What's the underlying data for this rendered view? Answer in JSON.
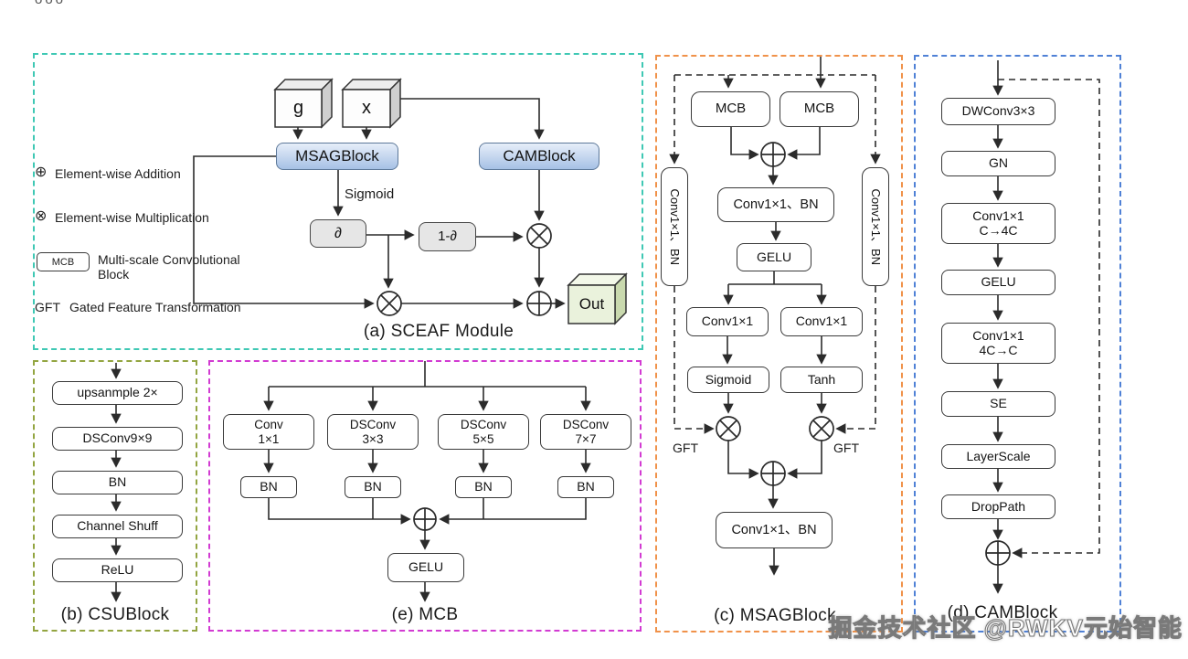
{
  "page": {
    "top_left_fragment": "ooo",
    "watermark": "掘金技术社区 @RWKV元始智能"
  },
  "colors": {
    "panel_a_border": "#3fc8b4",
    "panel_b_border": "#93a541",
    "panel_e_border": "#d23bd2",
    "panel_c_border": "#f0924a",
    "panel_d_border": "#4f81d6",
    "block_blue_top": "#e6eef9",
    "block_blue_bottom": "#a6c1e5",
    "block_gray": "#e6e6e6",
    "out_cube_green": "#eaf2dc",
    "line": "#2b2b2b"
  },
  "legend": {
    "add_symbol": "⊕",
    "add_label": "Element-wise Addition",
    "mul_symbol": "⊗",
    "mul_label": "Element-wise Multiplication",
    "mcb_symbol": "MCB",
    "mcb_label": "Multi-scale Convolutional\nBlock",
    "gft_symbol": "GFT",
    "gft_label": "Gated Feature Transformation"
  },
  "sceaf": {
    "caption": "(a) SCEAF Module",
    "input_g": "g",
    "input_x": "x",
    "msag_block": "MSAGBlock",
    "cam_block": "CAMBlock",
    "sigmoid_label": "Sigmoid",
    "alpha": "∂",
    "one_minus_alpha": "1-∂",
    "out": "Out"
  },
  "csu": {
    "caption": "(b) CSUBlock",
    "blocks": [
      "upsanmple 2×",
      "DSConv9×9",
      "BN",
      "Channel Shuff",
      "ReLU"
    ]
  },
  "mcb": {
    "caption": "(e) MCB",
    "branch_convs": [
      "Conv\n1×1",
      "DSConv\n3×3",
      "DSConv\n5×5",
      "DSConv\n7×7"
    ],
    "branch_bns": [
      "BN",
      "BN",
      "BN",
      "BN"
    ],
    "gelu": "GELU"
  },
  "msag": {
    "caption": "(c) MSAGBlock",
    "mcb_left": "MCB",
    "mcb_right": "MCB",
    "conv_bn_mid": "Conv1×1、BN",
    "gelu": "GELU",
    "conv_left": "Conv1×1",
    "conv_right": "Conv1×1",
    "sigmoid": "Sigmoid",
    "tanh": "Tanh",
    "gft_left": "GFT",
    "gft_right": "GFT",
    "side_left": "Conv1×1、BN",
    "side_right": "Conv1×1、BN",
    "conv_bn_out": "Conv1×1、BN"
  },
  "cam": {
    "caption": "(d) CAMBlock",
    "blocks": [
      "DWConv3×3",
      "GN",
      "Conv1×1\nC→4C",
      "GELU",
      "Conv1×1\n4C→C",
      "SE",
      "LayerScale",
      "DropPath"
    ]
  }
}
